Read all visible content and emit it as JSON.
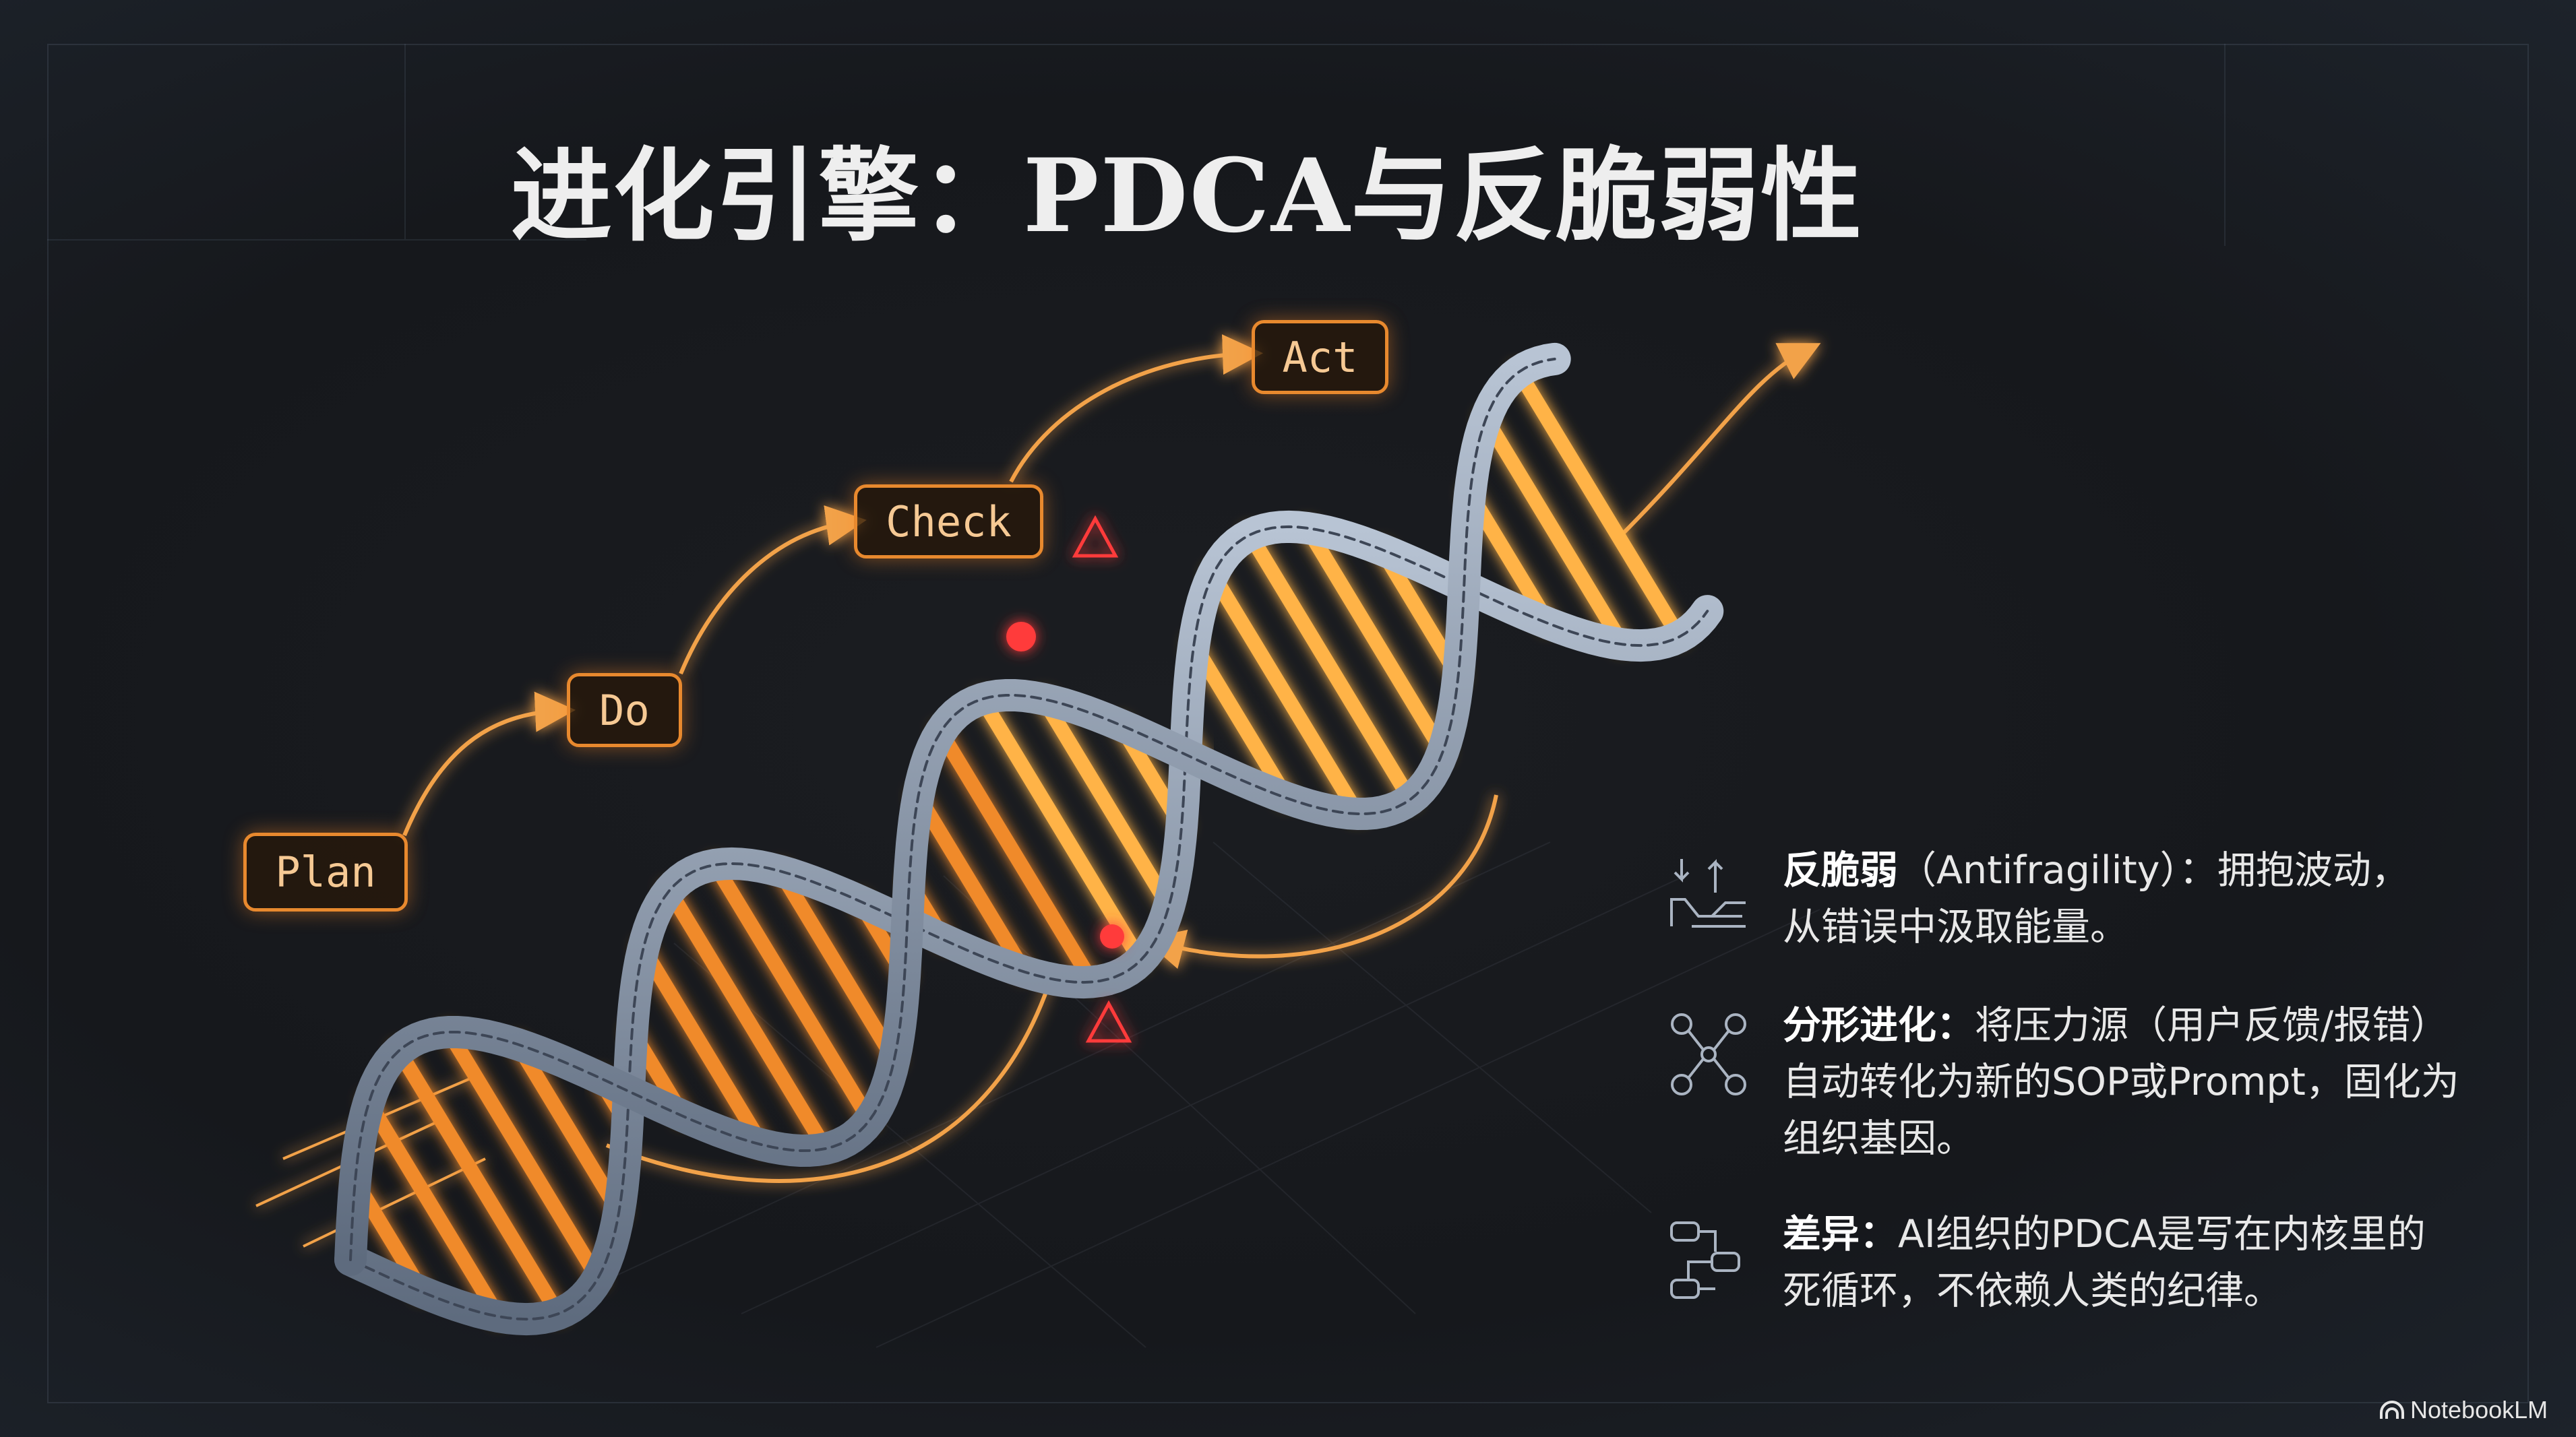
{
  "title": "进化引擎：PDCA与反脆弱性",
  "cycle": {
    "stages": [
      "Plan",
      "Do",
      "Check",
      "Act"
    ]
  },
  "points": [
    {
      "heading": "反脆弱",
      "text_line1": "（Antifragility）：拥抱波动，",
      "text_line2": "从错误中汲取能量。",
      "icon": "arrows-waves-icon"
    },
    {
      "heading": "分形进化：",
      "text_line1": "将压力源（用户反馈/报错）",
      "text_line2": "自动转化为新的SOP或Prompt，固化为",
      "text_line3": "组织基因。",
      "icon": "fractal-network-icon"
    },
    {
      "heading": "差异：",
      "text_line1": "AI组织的PDCA是写在内核里的",
      "text_line2": "死循环，不依赖人类的纪律。",
      "icon": "flow-loop-icon"
    }
  ],
  "brand": "NotebookLM",
  "colors": {
    "accent": "#e8892e",
    "glow": "#ffb347",
    "background": "#17191d",
    "alert": "#ff3b3b",
    "metal": "#8d9bb0"
  }
}
